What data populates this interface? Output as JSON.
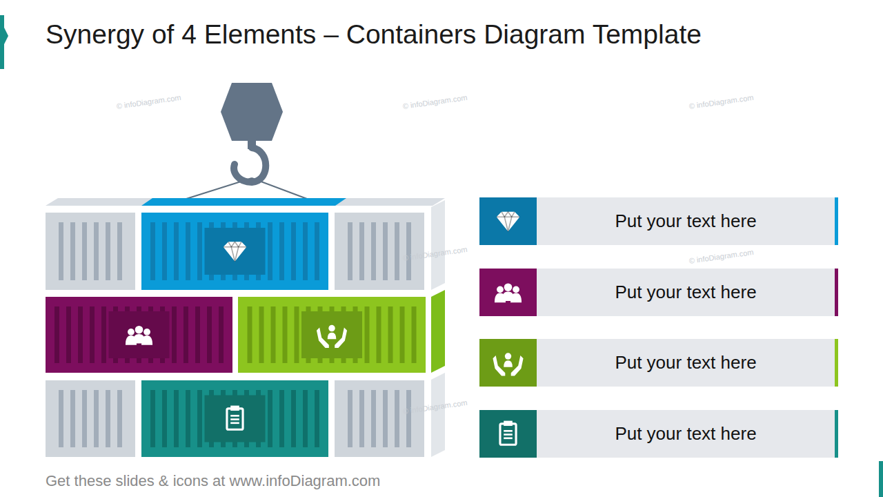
{
  "diagram": {
    "title": "Synergy of 4 Elements – Containers Diagram Template",
    "caption": "Get these slides & icons at www.infoDiagram.com",
    "nodes": [
      {
        "text": [
          "Put your text here"
        ]
      },
      {
        "text": [
          "Put your text here"
        ]
      },
      {
        "text": [
          "Put your text here"
        ]
      },
      {
        "text": [
          "Put your text here"
        ]
      }
    ],
    "labels": [
      "© infoDiagram.com",
      "© infoDiagram.com",
      "© infoDiagram.com",
      "© infoDiagram.com",
      "© infoDiagram.com",
      "© infoDiagram.com"
    ]
  }
}
